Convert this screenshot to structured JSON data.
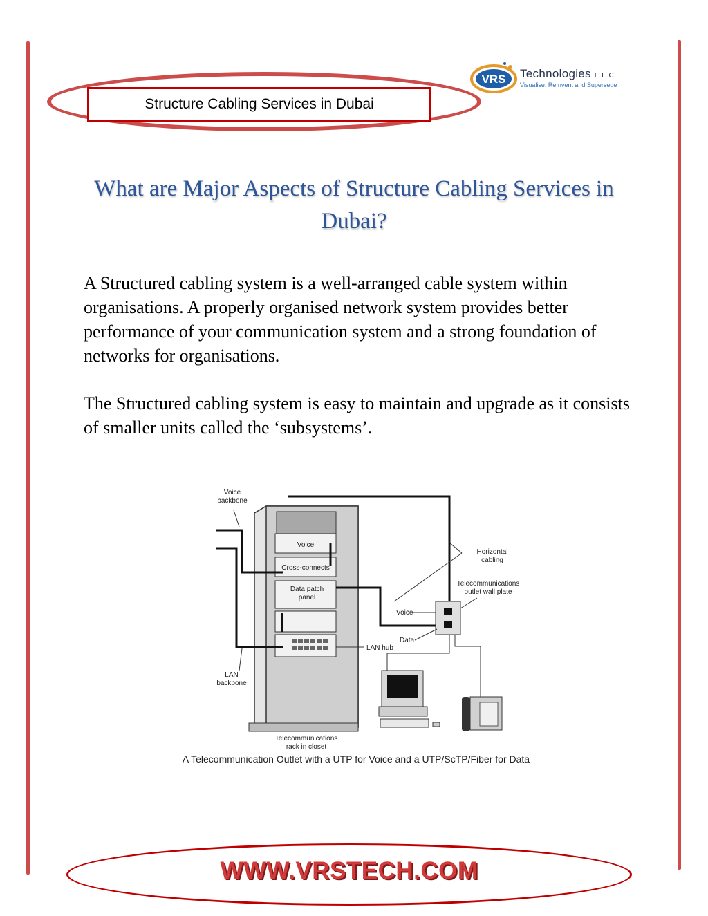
{
  "header": {
    "label": "Structure Cabling Services in Dubai",
    "accent_color": "#c00000"
  },
  "logo": {
    "mark": "VRS",
    "name": "Technologies",
    "suffix": "L.L.C",
    "tagline": "Visualise, ReInvent and Supersede"
  },
  "title": "What are Major Aspects of Structure Cabling Services in Dubai?",
  "paragraphs": [
    "A Structured cabling system is a well-arranged cable system within organisations. A properly organised network system provides better performance of your communication system and a strong foundation of networks for organisations.",
    "The Structured cabling system is easy to maintain and upgrade as it consists of smaller units called the ‘subsystems’."
  ],
  "diagram": {
    "labels": {
      "voice_backbone_1": "Voice",
      "voice_backbone_2": "backbone",
      "voice_panel": "Voice",
      "cross_connects": "Cross-connects",
      "data_patch_1": "Data patch",
      "data_patch_2": "panel",
      "horizontal_1": "Horizontal",
      "horizontal_2": "cabling",
      "telecom_outlet_1": "Telecommunications",
      "telecom_outlet_2": "outlet wall plate",
      "voice": "Voice",
      "data": "Data",
      "lan_hub": "LAN hub",
      "lan_backbone_1": "LAN",
      "lan_backbone_2": "backbone",
      "rack_1": "Telecommunications",
      "rack_2": "rack in closet"
    },
    "caption": "A Telecommunication Outlet with a UTP for Voice and a UTP/ScTP/Fiber for Data"
  },
  "footer": {
    "url": "WWW.VRSTECH.COM"
  }
}
